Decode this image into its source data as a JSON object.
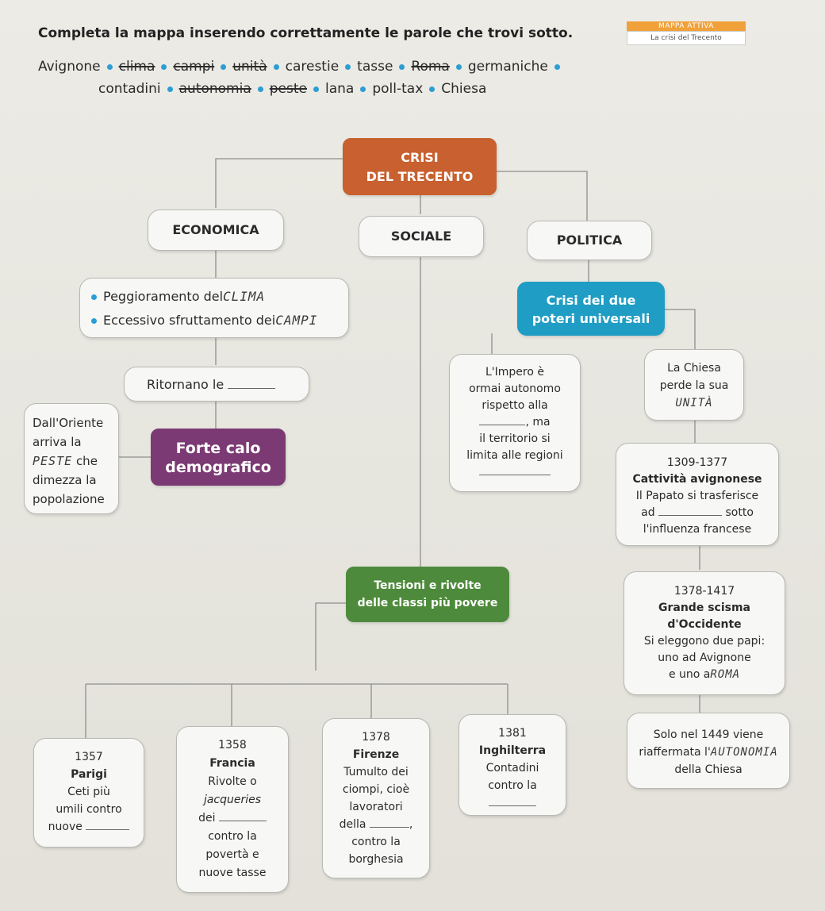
{
  "header": {
    "tag_title": "MAPPA ATTIVA",
    "tag_subtitle": "La crisi del Trecento",
    "instruction": "Completa la mappa inserendo correttamente le parole che trovi sotto."
  },
  "word_bank": [
    {
      "text": "Avignone",
      "crossed": false
    },
    {
      "text": "clima",
      "crossed": true
    },
    {
      "text": "campi",
      "crossed": true
    },
    {
      "text": "unità",
      "crossed": true
    },
    {
      "text": "carestie",
      "crossed": false
    },
    {
      "text": "tasse",
      "crossed": false
    },
    {
      "text": "Roma",
      "crossed": true
    },
    {
      "text": "germaniche",
      "crossed": false
    },
    {
      "text": "contadini",
      "crossed": false
    },
    {
      "text": "autonomia",
      "crossed": true
    },
    {
      "text": "peste",
      "crossed": true
    },
    {
      "text": "lana",
      "crossed": false
    },
    {
      "text": "poll-tax",
      "crossed": false
    },
    {
      "text": "Chiesa",
      "crossed": false
    }
  ],
  "colors": {
    "crisi": "#c8602f",
    "forte": "#7b3a73",
    "poteri": "#1f9dc4",
    "tensioni": "#4d8a3b",
    "bullet": "#2b9ed3"
  },
  "map": {
    "crisi": [
      "CRISI",
      "DEL TRECENTO"
    ],
    "economica": "ECONOMICA",
    "sociale": "SOCIALE",
    "politica": "POLITICA",
    "econ_items": [
      {
        "text": "Peggioramento del",
        "answer": "CLIMA"
      },
      {
        "text": "Eccessivo sfruttamento dei",
        "answer": "CAMPI"
      }
    ],
    "ritornano": "Ritornano le",
    "oriente": [
      "Dall'Oriente",
      "arriva la",
      "che",
      "dimezza la",
      "popolazione"
    ],
    "oriente_answer": "PESTE",
    "forte": [
      "Forte calo",
      "demografico"
    ],
    "poteri": [
      "Crisi dei due",
      "poteri universali"
    ],
    "impero": [
      "L'Impero è",
      "ormai autonomo",
      "rispetto alla",
      ", ma",
      "il territorio si",
      "limita alle regioni"
    ],
    "chiesa": [
      "La Chiesa",
      "perde la sua"
    ],
    "chiesa_answer": "UNITÀ",
    "avignonese": [
      "1309-1377",
      "Cattività avignonese",
      "Il Papato si trasferisce",
      "ad",
      "sotto",
      "l'influenza francese"
    ],
    "scisma": [
      "1378-1417",
      "Grande scisma",
      "d'Occidente",
      "Si eleggono due papi:",
      "uno ad Avignone",
      "e uno a"
    ],
    "scisma_answer": "ROMA",
    "solo": [
      "Solo nel 1449 viene",
      "riaffermata l'",
      "della Chiesa"
    ],
    "solo_answer": "AUTONOMIA",
    "tensioni": [
      "Tensioni e rivolte",
      "delle classi più povere"
    ],
    "parigi": [
      "1357",
      "Parigi",
      "Ceti più",
      "umili contro",
      "nuove"
    ],
    "francia": [
      "1358",
      "Francia",
      "Rivolte o",
      "jacqueries",
      "dei",
      "contro la",
      "povertà e",
      "nuove tasse"
    ],
    "firenze": [
      "1378",
      "Firenze",
      "Tumulto dei",
      "ciompi, cioè",
      "lavoratori",
      "della",
      ",",
      "contro la",
      "borghesia"
    ],
    "inghilterra": [
      "1381",
      "Inghilterra",
      "Contadini",
      "contro la"
    ]
  }
}
